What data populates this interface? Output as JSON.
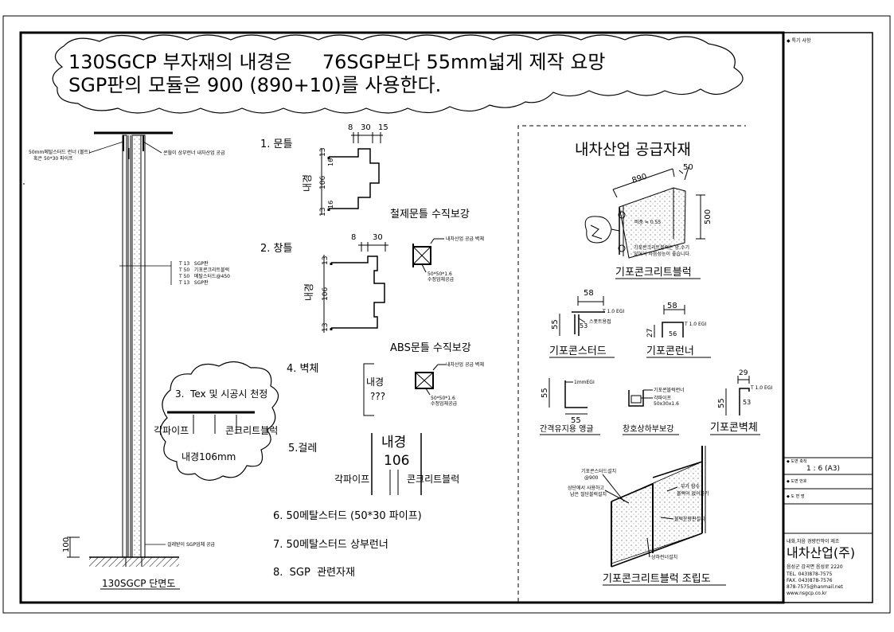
{
  "cloud_note": {
    "line1": "130SGCP 부자재의 내경은     76SGP보다 55mm넓게 제작 요망",
    "line2": "SGP판의 모듈은 900 (890+10)를 사용한다."
  },
  "section": {
    "label_top_left": [
      "50mm메탈스터드 런너 (볼트)",
      "혹은 50*30 파이프"
    ],
    "label_top_right": "콘월이 상부런너 내차산업 공급",
    "layers": [
      "T 13   SGP판",
      "T 50   기포콘크리트블럭",
      "T 50   메탈스터드@450",
      "T 13   SGP판"
    ],
    "bottom_label": "걸레받이 SGP업체 공급",
    "dim_100": "100",
    "title": "130SGCP 단면도"
  },
  "items": {
    "door_frame": "1. 문틀",
    "door_dims": [
      "8",
      "30",
      "15"
    ],
    "door_side_dims": [
      "13",
      "16",
      "106",
      "16",
      "13"
    ],
    "inner": "내경",
    "steel_door_reinf": "철제문틀 수직보강",
    "window_frame": "2. 창틀",
    "window_dims": [
      "8",
      "30"
    ],
    "window_side_dims": [
      "13",
      "106",
      "13"
    ],
    "supply_label": "내차산업 공급 벽체",
    "pipe_label": [
      "50*50*1.6",
      "수정업체공급"
    ],
    "abs_door_reinf": "ABS문틀 수직보강",
    "wall": "4. 벽체",
    "wall_inner": [
      "내경",
      "???"
    ],
    "tex": "3.  Tex 및 시공시 천정",
    "square_pipe": "각파이프",
    "concrete_block": "콘크리트블럭",
    "inner_106": "내경106mm",
    "baseboard": "5.걸레",
    "base_inner": [
      "내경",
      "106"
    ],
    "list6": "6.  50메탈스터드 (50*30 파이프)",
    "list7": "7.  50메탈스터드 상부런너",
    "list8": "8.  SGP  관련자재"
  },
  "supply": {
    "title": "내차산업 공급자재",
    "block_dims": [
      "890",
      "50",
      "500"
    ],
    "block_note": [
      "비중 ≒ 0.55"
    ],
    "block_desc": [
      "기포콘크리트블럭은 망,수기",
      "있어서 차음성능이 좋습니다."
    ],
    "block_title": "기포콘크리트블럭",
    "stud_dims": [
      "58",
      "55",
      "53"
    ],
    "stud_notes": [
      "T 1.0 EGI",
      "스폿트용접"
    ],
    "stud_title": "기포콘스터드",
    "runner_dims": [
      "58",
      "27",
      "56"
    ],
    "runner_note": "T 1.0 EGI",
    "runner_title": "기포콘런너",
    "spacer_dims": [
      "55",
      "55"
    ],
    "spacer_note": "1mmEGI",
    "spacer_title": "간격유지용 앵글",
    "window_reinf_notes": [
      "기포콘블럭런너",
      "각파이프",
      "50x30x1.6"
    ],
    "window_reinf_title": "창호상하부보강",
    "wall_dims": [
      "29",
      "55",
      "53"
    ],
    "wall_note": "T 1.0 EGI",
    "wall_title": "기포콘벽체",
    "assembly_notes": [
      "기포콘스터드설치",
      "@900",
      "상단에서 사용하고",
      "남은 절단블럭설치",
      "부가 함수",
      "블럭이 없어볼기",
      "블럭운량판설치",
      "상하런너설치"
    ],
    "assembly_title": "기포콘크리트블럭 조립도"
  },
  "title_block": {
    "special": "◆ 특기 사항",
    "scale_label": "◆ 도면 축척",
    "scale": "1 : 6 (A3)",
    "drawing_no": "◆ 도면 번호",
    "drawing_name": "◆ 도 면 명",
    "maker_line": "내화,차음 경량칸막이 제조",
    "company": "내차산업(주)",
    "address": "음성군 감곡면 음성로 2220",
    "tel": "TEL. 043)878-7575",
    "fax": "FAX. 043)878-7576",
    "email": "878-7575@hanmail.net",
    "web": "www.nsgcp.co.kr"
  }
}
